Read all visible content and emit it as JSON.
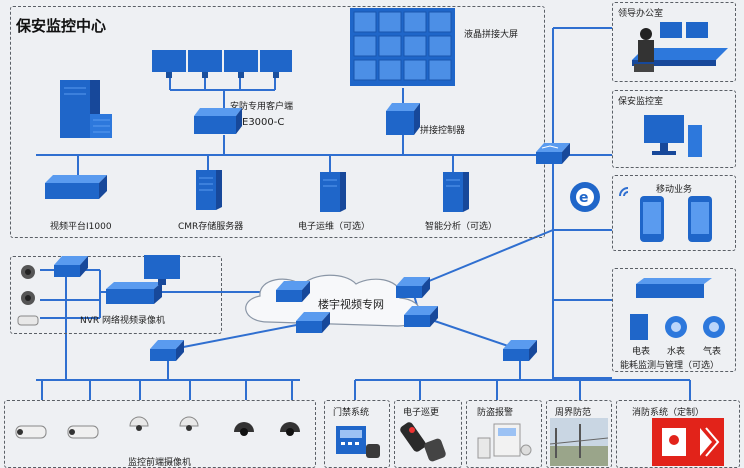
{
  "security_center": {
    "title": "保安监控中心",
    "video_wall": "液晶拼接大屏",
    "client": "安防专用客户端",
    "device_model": "E3000-C",
    "splice_controller": "拼接控制器",
    "video_platform": "视频平台I1000",
    "cmr_storage": "CMR存储服务器",
    "ops": "电子运维（可选）",
    "analysis": "智能分析（可选）"
  },
  "right_panel": {
    "leader_office": "领导办公室",
    "security_room": "保安监控室",
    "mobile": "移动业务",
    "energy_title": "能耗监测与管理（可选）",
    "meters": [
      "电表",
      "水表",
      "气表"
    ]
  },
  "network": {
    "cloud_label": "楼宇视频专网"
  },
  "nvr": {
    "label": "NVR 网络视频录像机"
  },
  "front_cameras": {
    "label": "监控前端摄像机"
  },
  "subsystems": [
    "门禁系统",
    "电子巡更",
    "防盗报警",
    "周界防范",
    "消防系统（定制）"
  ]
}
